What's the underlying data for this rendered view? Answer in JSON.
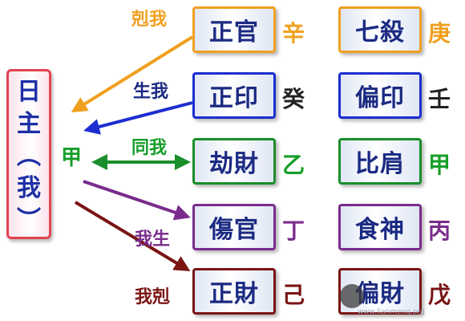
{
  "daymaster": {
    "chars": [
      "日",
      "主",
      "︵",
      "我",
      "︶"
    ]
  },
  "center_stem": "甲",
  "colors": {
    "ke_wo": "#f0a020",
    "sheng_wo": "#1c2ed0",
    "tong_wo": "#1a8e2a",
    "wo_sheng": "#7a2c8c",
    "wo_ke": "#7a1414"
  },
  "relations": [
    {
      "label": "剋我",
      "color": "#f0a020",
      "left_god": "正官",
      "left_stem": "辛",
      "right_god": "七殺",
      "right_stem": "庚"
    },
    {
      "label": "生我",
      "color": "#1b2a82",
      "left_god": "正印",
      "left_stem": "癸",
      "right_god": "偏印",
      "right_stem": "壬"
    },
    {
      "label": "同我",
      "color": "#159e29",
      "left_god": "劫財",
      "left_stem": "乙",
      "right_god": "比肩",
      "right_stem": "甲"
    },
    {
      "label": "我生",
      "color": "#7a2c8c",
      "left_god": "傷官",
      "left_stem": "丁",
      "right_god": "食神",
      "right_stem": "丙"
    },
    {
      "label": "我剋",
      "color": "#7a1414",
      "left_god": "正財",
      "left_stem": "己",
      "right_god": "偏財",
      "right_stem": "戊"
    }
  ],
  "watermark": {
    "icon": "hat-figure-icon",
    "text": "www.lianmeng.org"
  }
}
